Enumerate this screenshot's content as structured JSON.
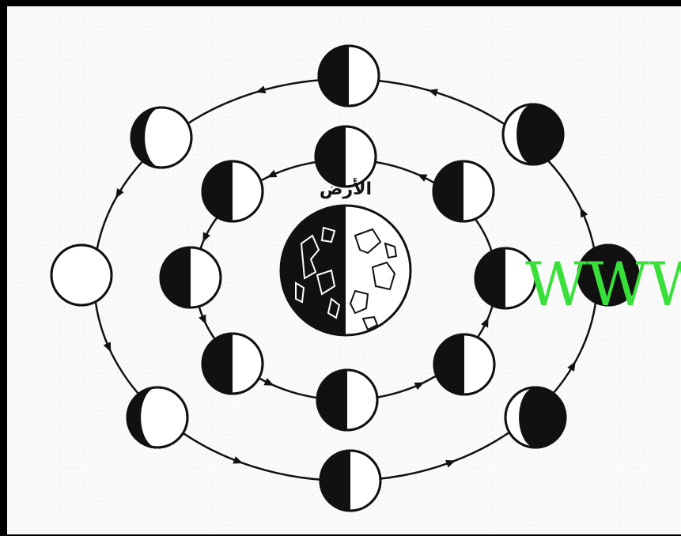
{
  "diagram": {
    "center_label": "الأرض",
    "watermark_text": "WWW",
    "watermark_color": "#39e039",
    "ink_color": "#111111",
    "paper_color": "#fbfbfb",
    "outer_orbit": {
      "moon_count": 8,
      "phases": [
        "first-quarter",
        "waxing-gibbous",
        "full",
        "waning-gibbous",
        "third-quarter",
        "waning-crescent",
        "new",
        "waxing-crescent"
      ]
    },
    "inner_orbit": {
      "moon_count": 8,
      "lit_side": "right-half"
    },
    "earth": {
      "hemispheres": [
        "night",
        "day"
      ]
    }
  }
}
